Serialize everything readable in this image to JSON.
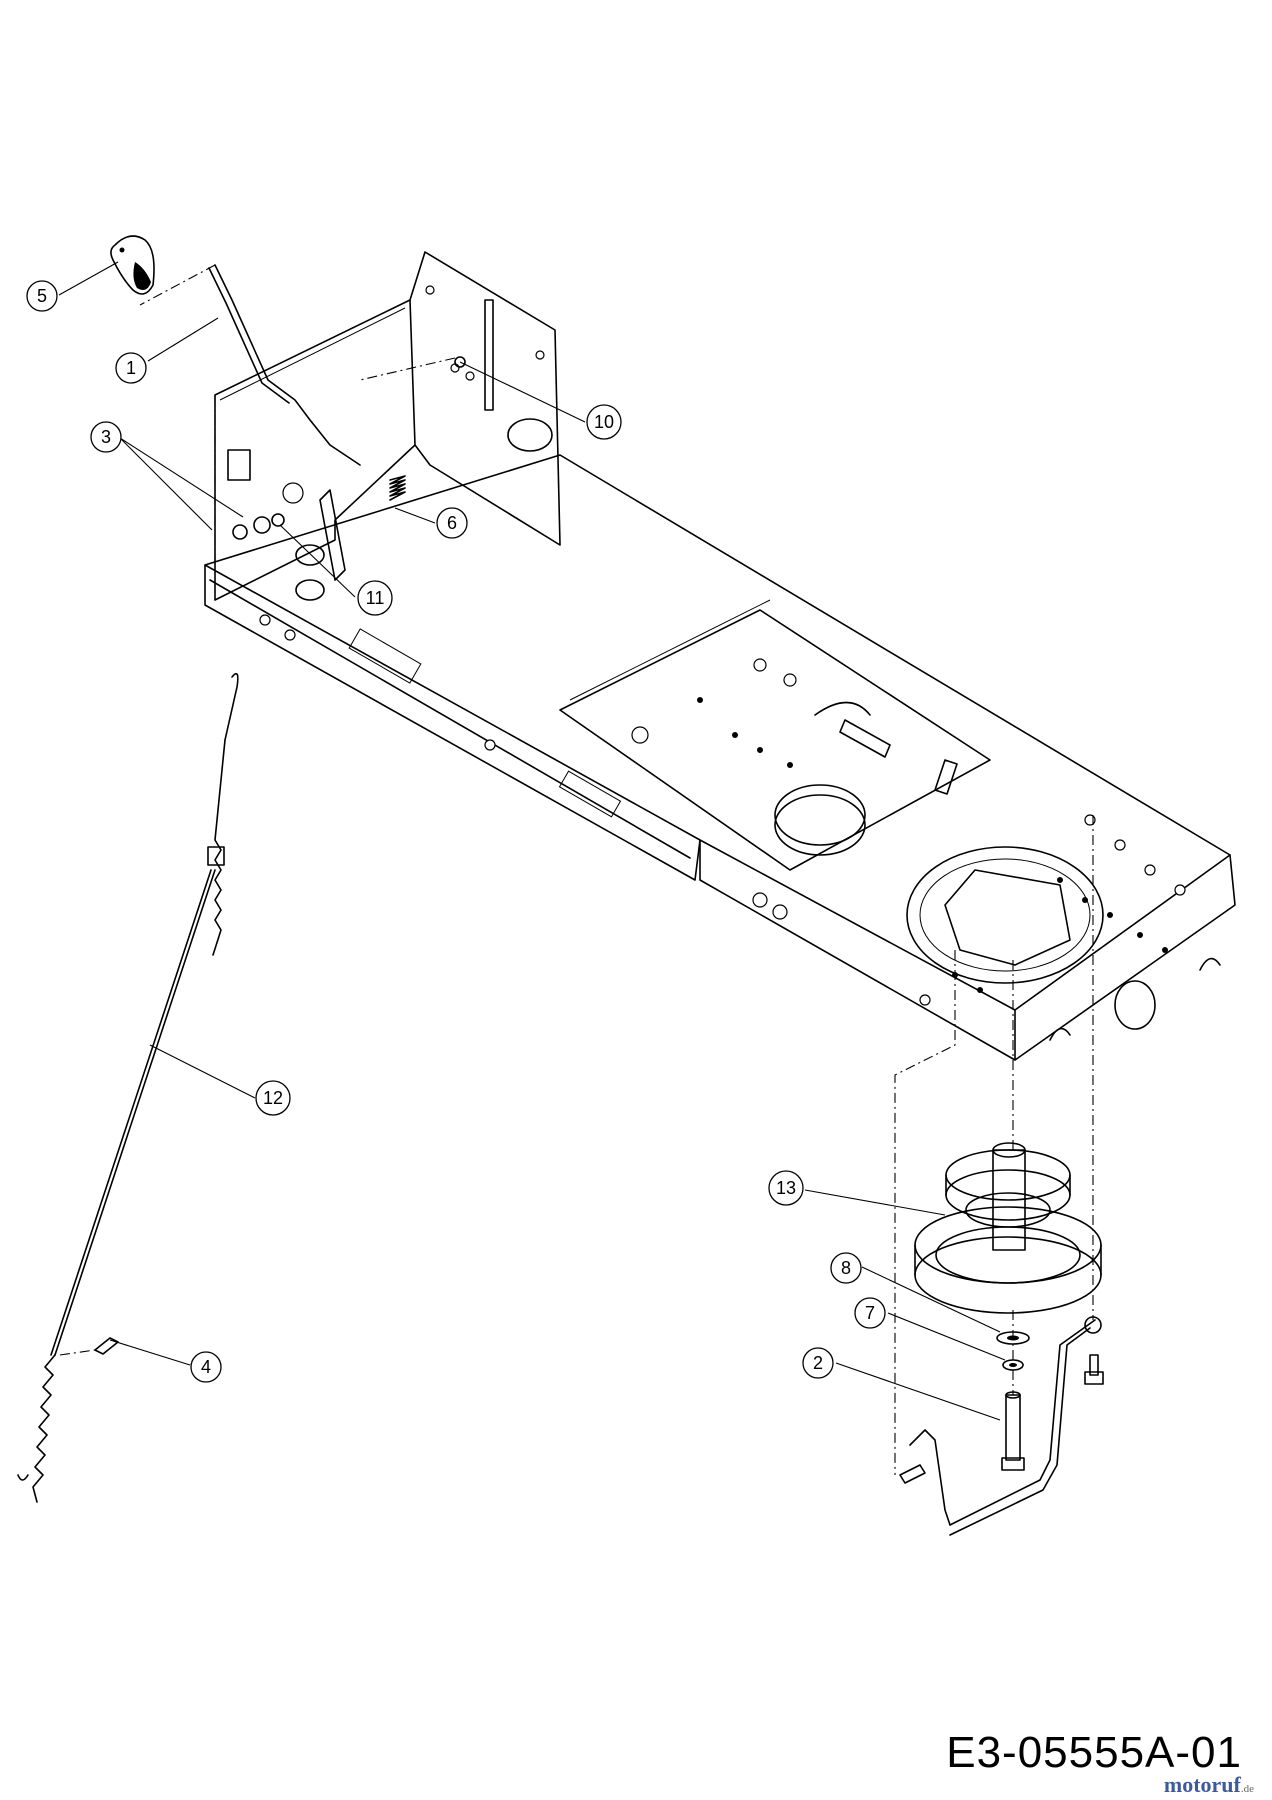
{
  "callouts": [
    {
      "id": "1",
      "label": "1"
    },
    {
      "id": "2",
      "label": "2"
    },
    {
      "id": "3",
      "label": "3"
    },
    {
      "id": "4",
      "label": "4"
    },
    {
      "id": "5",
      "label": "5"
    },
    {
      "id": "6",
      "label": "6"
    },
    {
      "id": "7",
      "label": "7"
    },
    {
      "id": "8",
      "label": "8"
    },
    {
      "id": "10",
      "label": "10"
    },
    {
      "id": "11",
      "label": "11"
    },
    {
      "id": "12",
      "label": "12"
    },
    {
      "id": "13",
      "label": "13"
    }
  ],
  "drawing_code": "E3-05555A-01",
  "watermark": {
    "brand": "motoruf",
    "suffix": ".de",
    "color": "#3d5a9e"
  }
}
